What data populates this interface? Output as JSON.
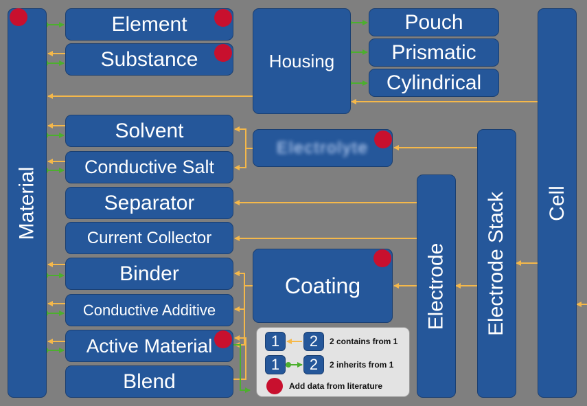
{
  "colors": {
    "background": "#7f7f7f",
    "box_fill": "#25579a",
    "contains_arrow": "#f5b84a",
    "inherits_arrow": "#4caf2e",
    "literature_dot": "#c8102e"
  },
  "nodes": {
    "material": "Material",
    "element": "Element",
    "substance": "Substance",
    "solvent": "Solvent",
    "conductive_salt": "Conductive Salt",
    "separator": "Separator",
    "current_collector": "Current Collector",
    "binder": "Binder",
    "conductive_additive": "Conductive Additive",
    "active_material": "Active Material",
    "blend": "Blend",
    "housing": "Housing",
    "pouch": "Pouch",
    "prismatic": "Prismatic",
    "cylindrical": "Cylindrical",
    "electrolyte_blurred": "Electrolyte",
    "coating": "Coating",
    "electrode": "Electrode",
    "electrode_stack": "Electrode Stack",
    "cell": "Cell"
  },
  "legend": {
    "box1": "1",
    "box2": "2",
    "contains_text": "2 contains from 1",
    "inherits_text": "2 inherits from 1",
    "literature_text": "Add data from literature"
  }
}
